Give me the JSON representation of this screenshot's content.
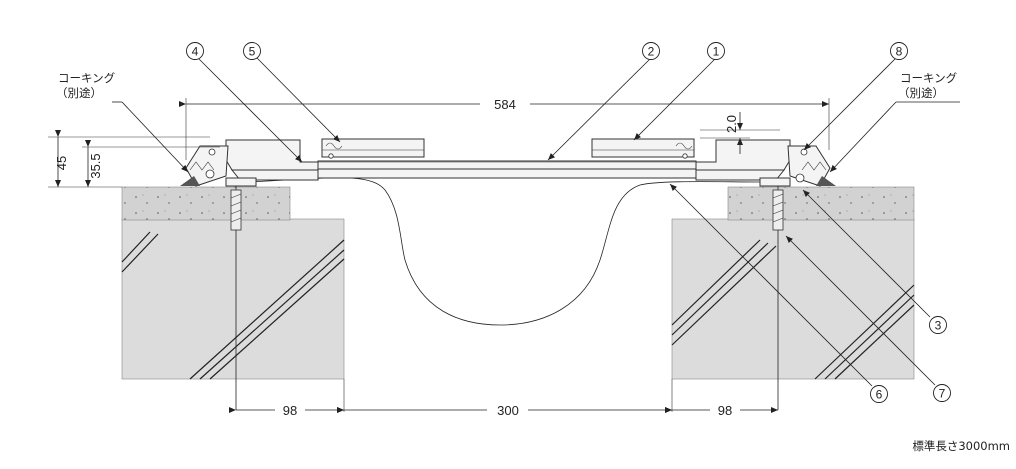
{
  "dimensions": {
    "total_width": "584",
    "top_clearance": "2.0",
    "height_outer": "45",
    "height_inner": "35.5",
    "left_anchor": "98",
    "gap": "300",
    "right_anchor": "98"
  },
  "callouts": [
    "1",
    "2",
    "3",
    "4",
    "5",
    "6",
    "7",
    "8"
  ],
  "notes": {
    "caulking_left_line1": "コーキング",
    "caulking_left_line2": "（別途）",
    "caulking_right_line1": "コーキング",
    "caulking_right_line2": "（別途）",
    "standard_length": "標準長さ3000mm"
  }
}
